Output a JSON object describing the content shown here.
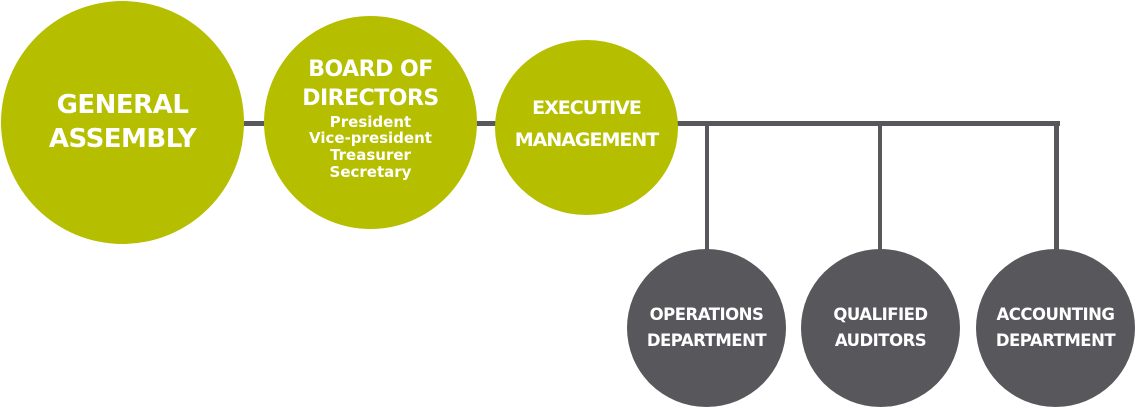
{
  "colors": {
    "primary_node": "#b5bf00",
    "secondary_node": "#58575c",
    "connector": "#58575c",
    "text": "#ffffff"
  },
  "nodes": [
    {
      "id": "general-assembly",
      "lines": [
        "GENERAL",
        "ASSEMBLY"
      ]
    },
    {
      "id": "board-of-directors",
      "lines": [
        "BOARD OF",
        "DIRECTORS"
      ],
      "members": [
        "President",
        "Vice-president",
        "Treasurer",
        "Secretary"
      ]
    },
    {
      "id": "executive-management",
      "lines": [
        "EXECUTIVE",
        "MANAGEMENT"
      ]
    },
    {
      "id": "operations-department",
      "lines": [
        "OPERATIONS",
        "DEPARTMENT"
      ]
    },
    {
      "id": "qualified-auditors",
      "lines": [
        "QUALIFIED",
        "AUDITORS"
      ]
    },
    {
      "id": "accounting-department",
      "lines": [
        "ACCOUNTING",
        "DEPARTMENT"
      ]
    }
  ]
}
